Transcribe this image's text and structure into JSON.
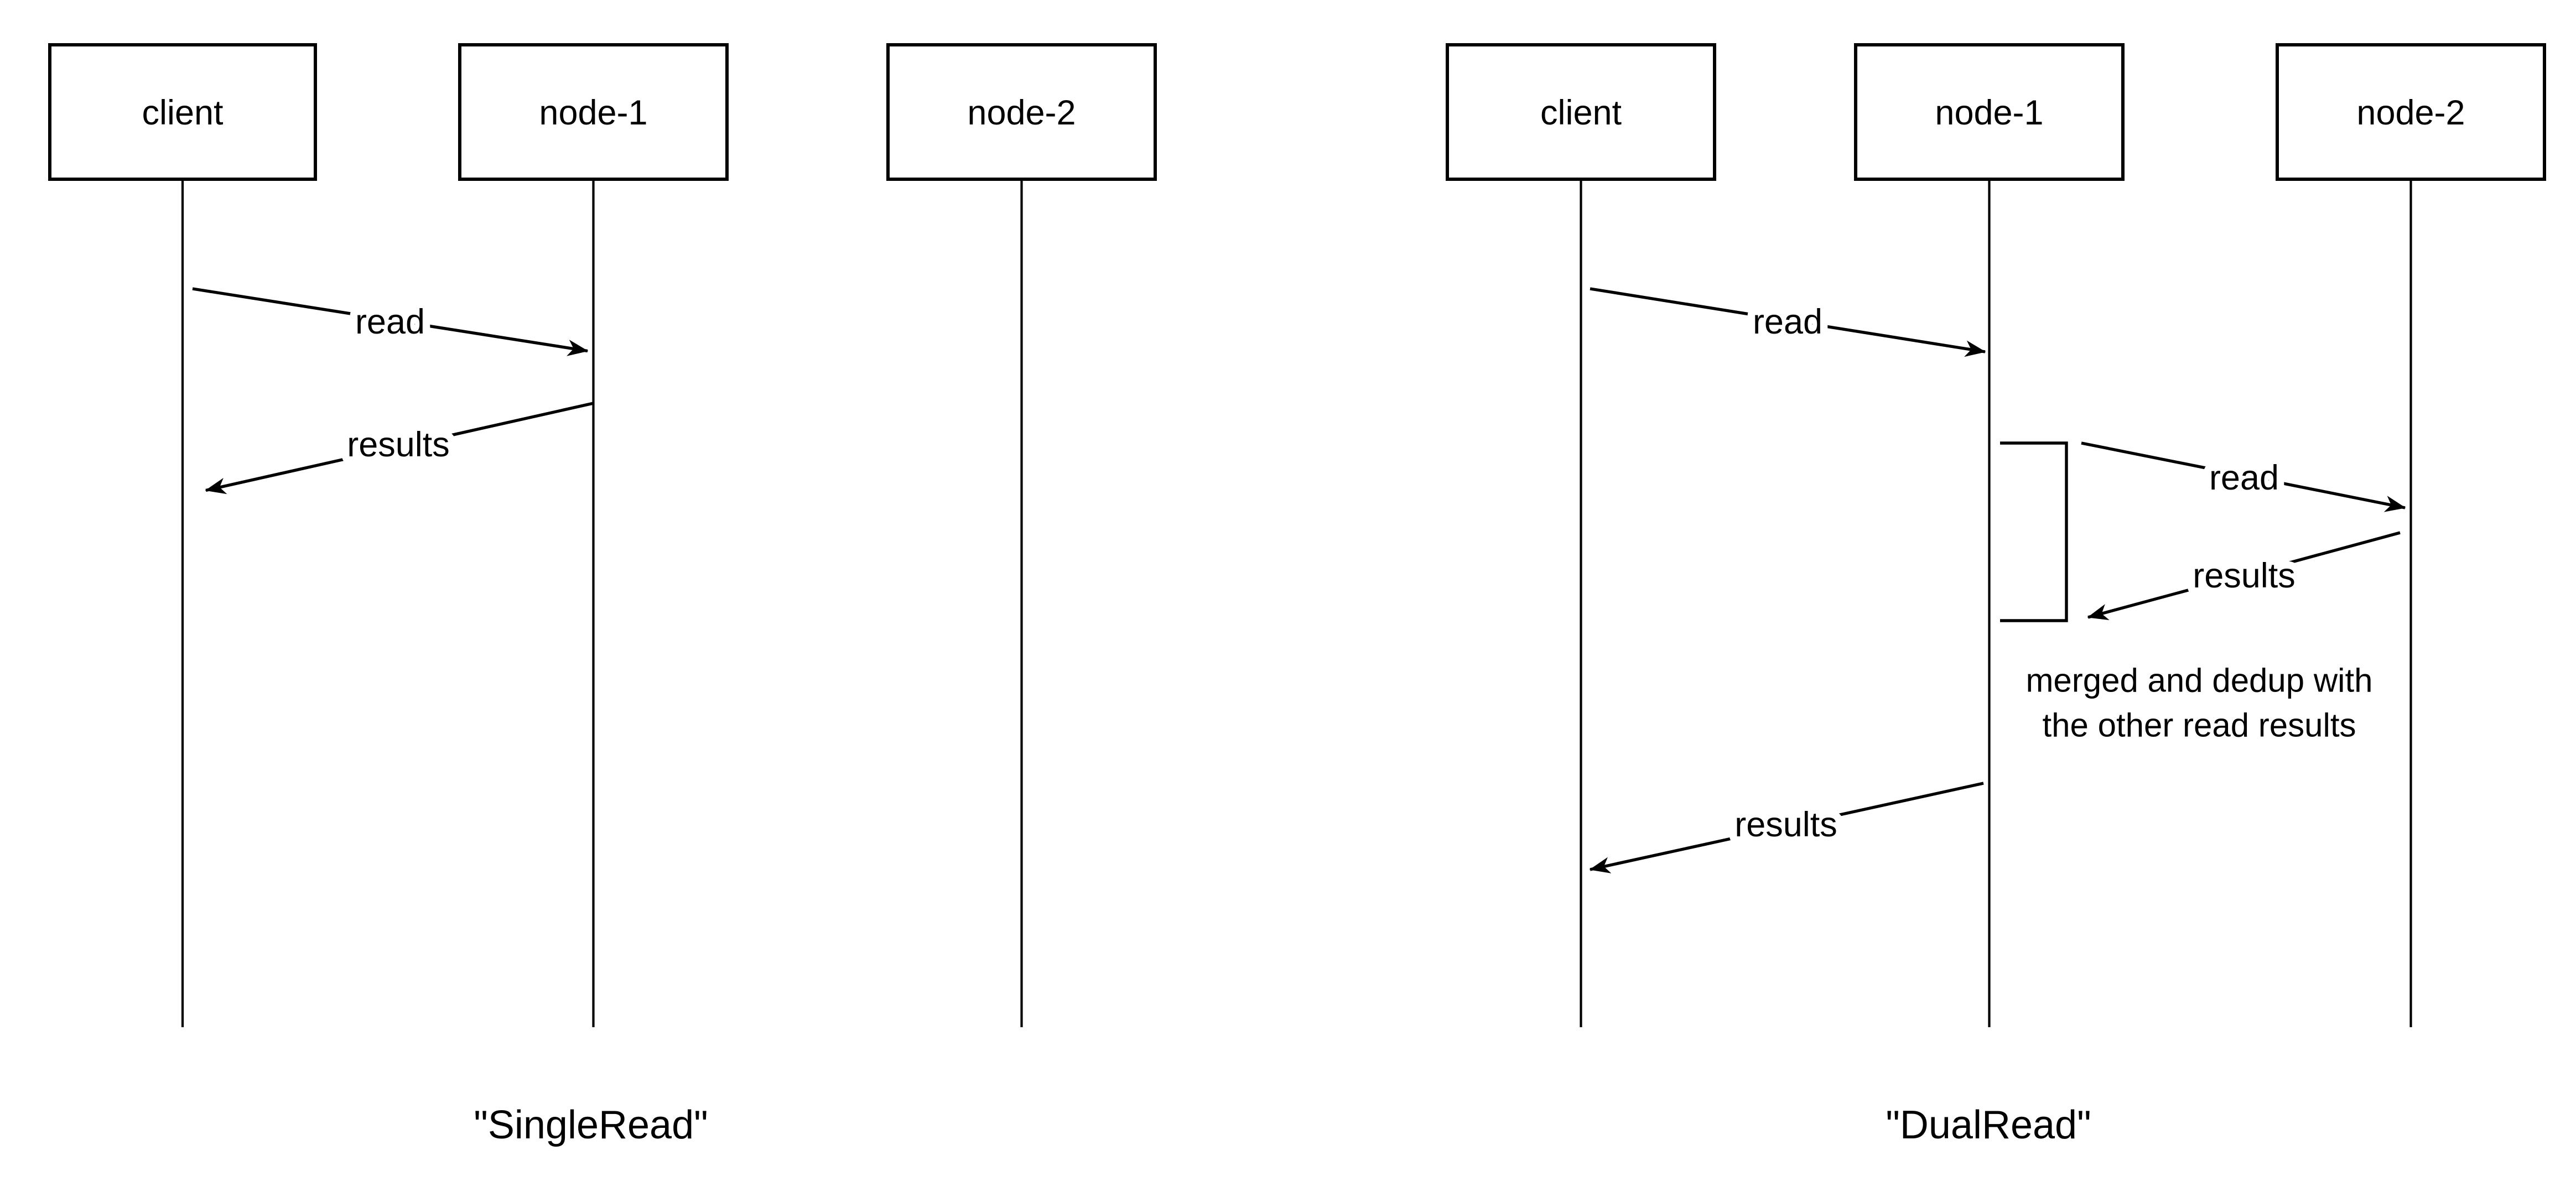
{
  "page": {
    "background_color": "#ffffff",
    "stroke_color": "#000000"
  },
  "diagrams": [
    {
      "id": "single-read",
      "caption": "\"SingleRead\"",
      "actors": [
        {
          "label": "client"
        },
        {
          "label": "node-1"
        },
        {
          "label": "node-2"
        }
      ],
      "messages": [
        {
          "label": "read",
          "from": "client",
          "to": "node-1"
        },
        {
          "label": "results",
          "from": "node-1",
          "to": "client"
        }
      ]
    },
    {
      "id": "dual-read",
      "caption": "\"DualRead\"",
      "actors": [
        {
          "label": "client"
        },
        {
          "label": "node-1"
        },
        {
          "label": "node-2"
        }
      ],
      "messages": [
        {
          "label": "read",
          "from": "client",
          "to": "node-1"
        },
        {
          "label": "read",
          "from": "node-1",
          "to": "node-2"
        },
        {
          "label": "results",
          "from": "node-2",
          "to": "node-1"
        },
        {
          "label": "results",
          "from": "node-1",
          "to": "client"
        }
      ],
      "note": {
        "line1": "merged and dedup with",
        "line2": "the other read results"
      }
    }
  ]
}
